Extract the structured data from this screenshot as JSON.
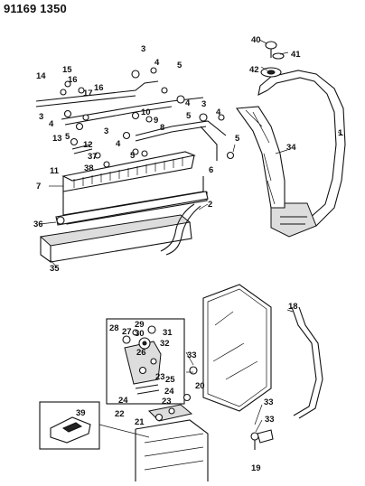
{
  "document_id": "91169 1350",
  "callouts": {
    "c1": "1",
    "c2": "2",
    "c3": "3",
    "c4": "4",
    "c5": "5",
    "c6": "6",
    "c7": "7",
    "c8": "8",
    "c9": "9",
    "c10": "10",
    "c11": "11",
    "c12": "12",
    "c13": "13",
    "c14": "14",
    "c15": "15",
    "c16": "16",
    "c17": "17",
    "c18": "18",
    "c19": "19",
    "c20": "20",
    "c21": "21",
    "c22": "22",
    "c23": "23",
    "c24": "24",
    "c25": "25",
    "c26": "26",
    "c27": "27",
    "c28": "28",
    "c29": "29",
    "c30": "30",
    "c31": "31",
    "c32": "32",
    "c33": "33",
    "c34": "34",
    "c35": "35",
    "c36": "36",
    "c37": "37",
    "c38": "38",
    "c39": "39",
    "c40": "40",
    "c41": "41",
    "c42": "42"
  }
}
